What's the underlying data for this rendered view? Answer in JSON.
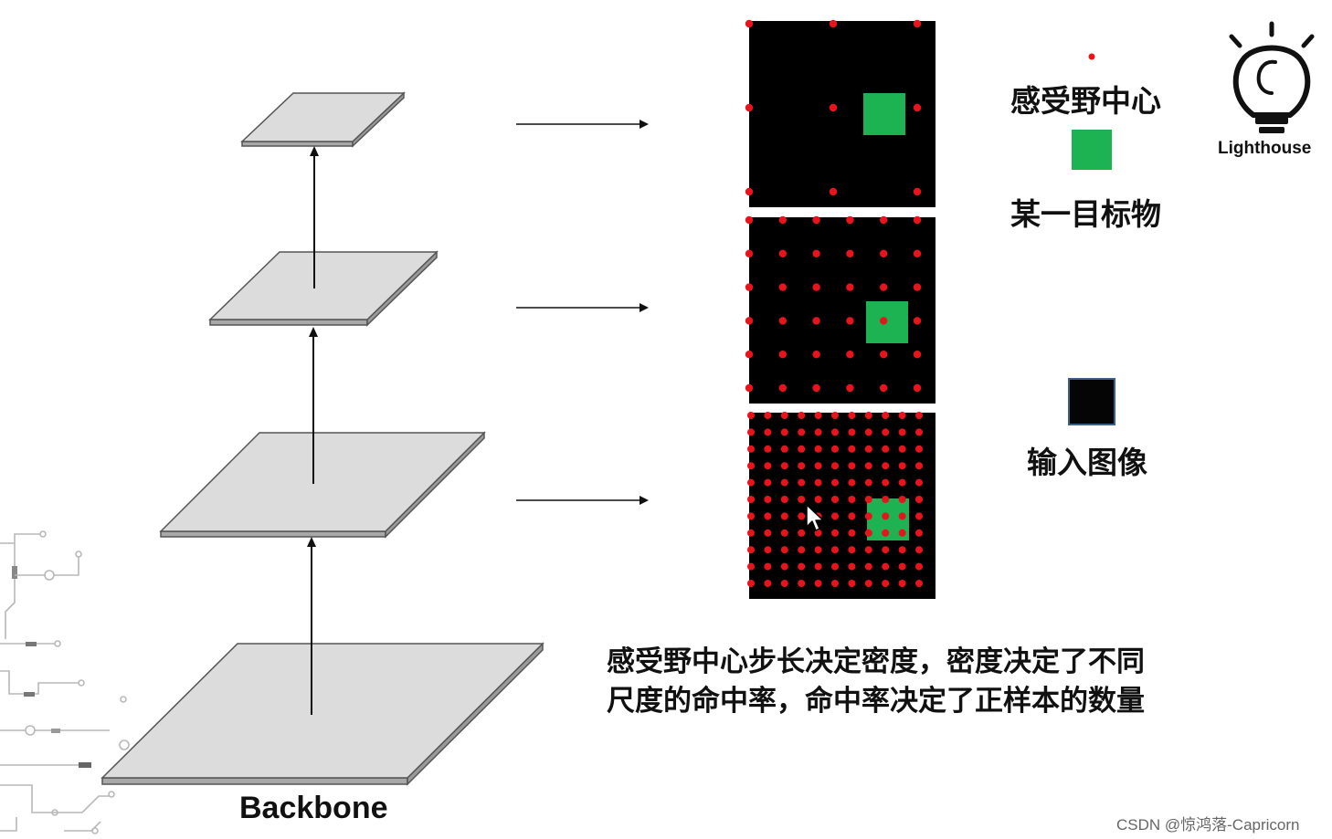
{
  "diagram": {
    "backbone_label": "Backbone",
    "legend": {
      "center_label": "感受野中心",
      "target_label": "某一目标物",
      "input_label": "输入图像"
    },
    "logo_text": "Lighthouse",
    "caption": {
      "line1": "感受野中心步长决定密度，密度决定了不同",
      "line2": "尺度的命中率，命中率决定了正样本的数量"
    },
    "watermark": "CSDN @惊鸿落-Capricorn",
    "grids": [
      {
        "name": "coarse",
        "points_per_side": 3
      },
      {
        "name": "medium",
        "points_per_side": 6
      },
      {
        "name": "fine",
        "points_per_side": 11
      }
    ],
    "colors": {
      "point": "#e8141c",
      "target": "#1db252",
      "image_bg": "#000000",
      "plane_fill": "#dcdcdc",
      "plane_edge": "#555555",
      "input_border": "#3a5f8a"
    },
    "icons": [
      "lightbulb-icon",
      "mouse-cursor-icon",
      "circuit-decoration"
    ]
  }
}
